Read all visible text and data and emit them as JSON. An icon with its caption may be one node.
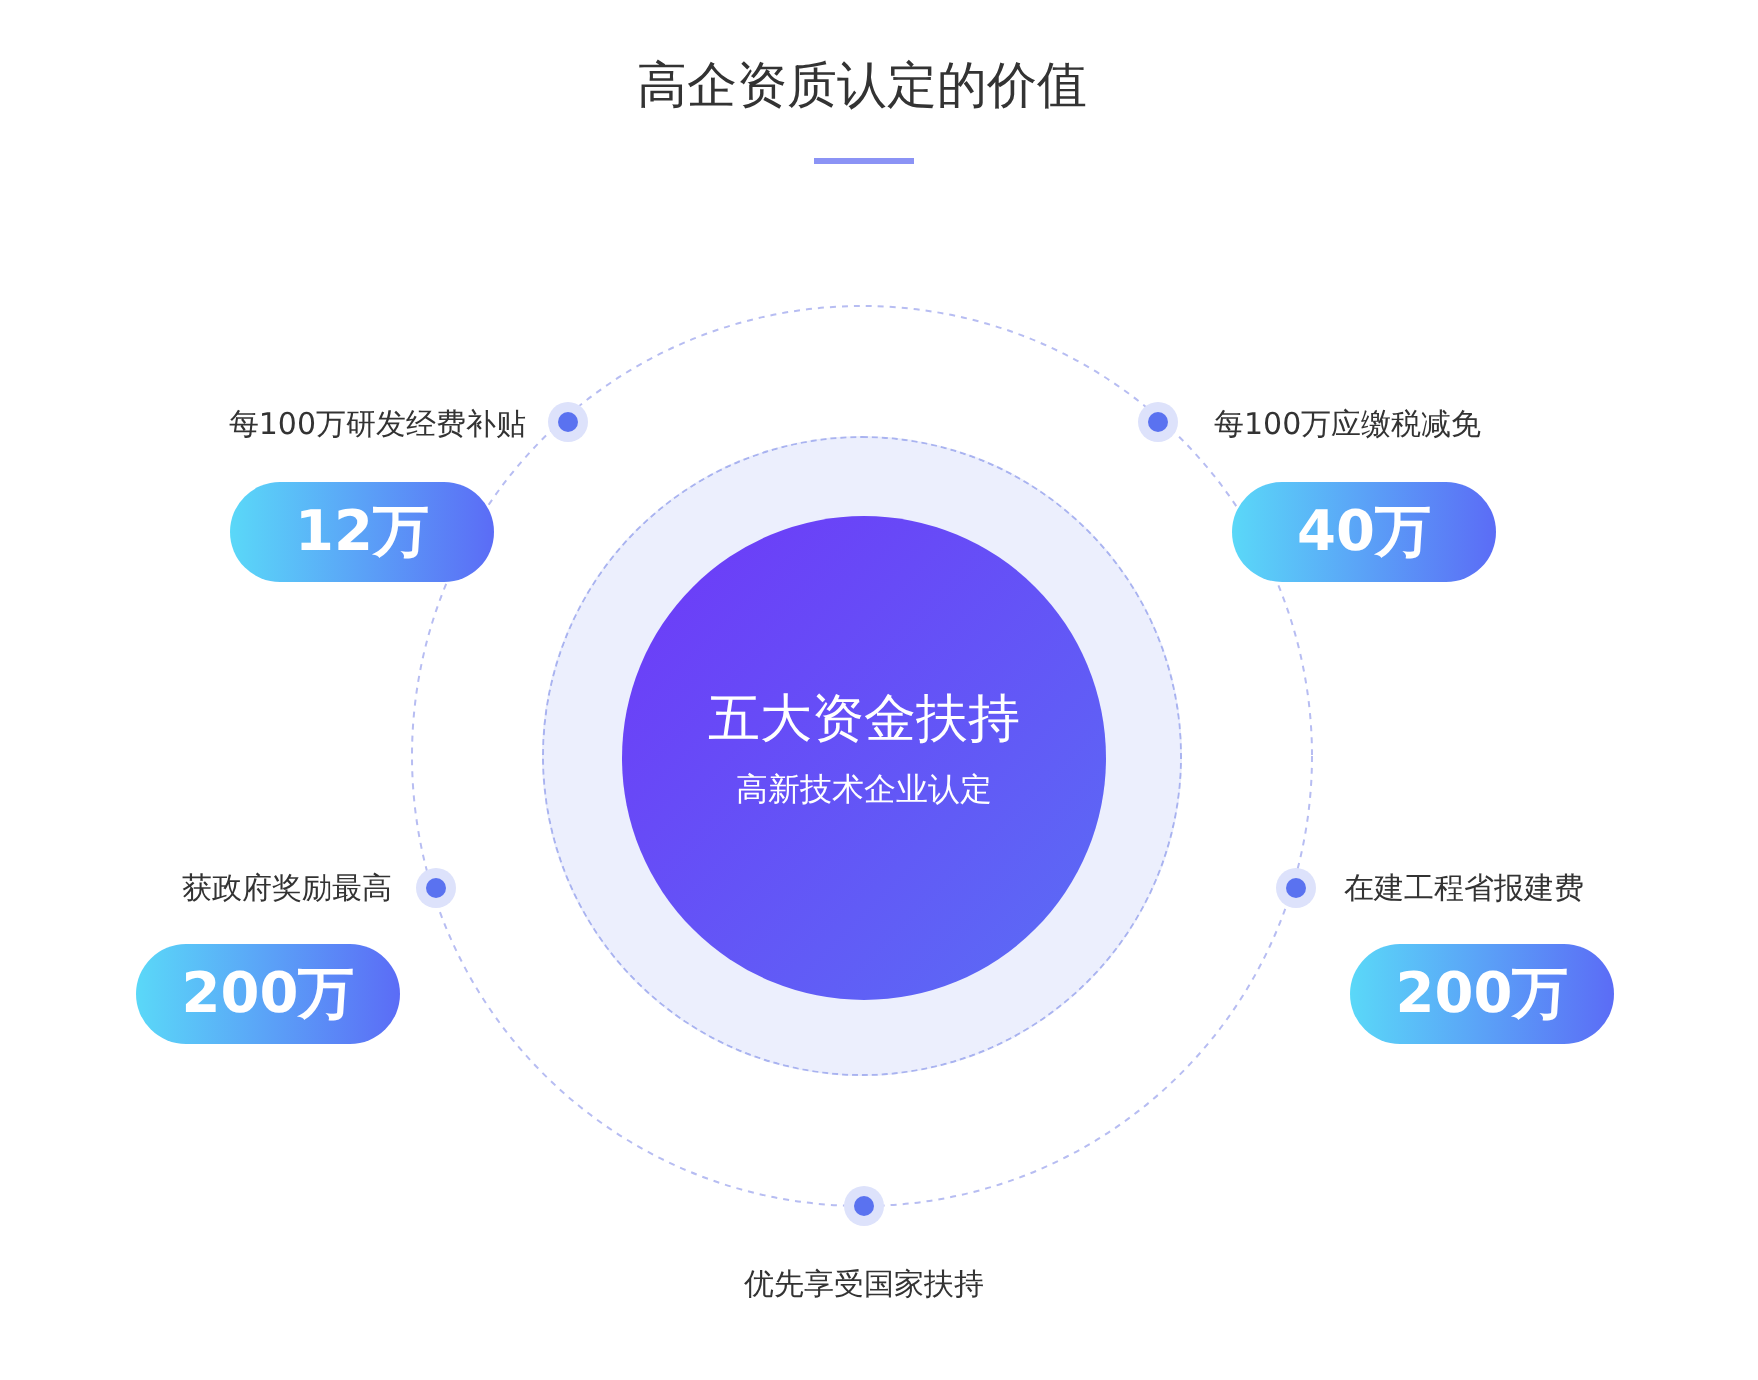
{
  "diagram": {
    "title": "高企资质认定的价值",
    "nodes": [
      {
        "text": [],
        "shape": "circle"
      },
      {
        "text": [
          "五大资金扶持",
          "高新技术企业认定"
        ],
        "in": 0
      },
      {
        "text": [
          "12万"
        ],
        "beside": [
          "每100万研发经费补贴"
        ]
      },
      {
        "text": [
          "40万"
        ],
        "beside": [
          "每100万应缴税减免"
        ]
      },
      {
        "text": [
          "200万"
        ],
        "beside": [
          "获政府奖励最高"
        ]
      },
      {
        "text": [
          "200万"
        ],
        "beside": [
          "在建工程省报建费"
        ]
      }
    ],
    "labels": [
      "优先享受国家扶持"
    ]
  }
}
